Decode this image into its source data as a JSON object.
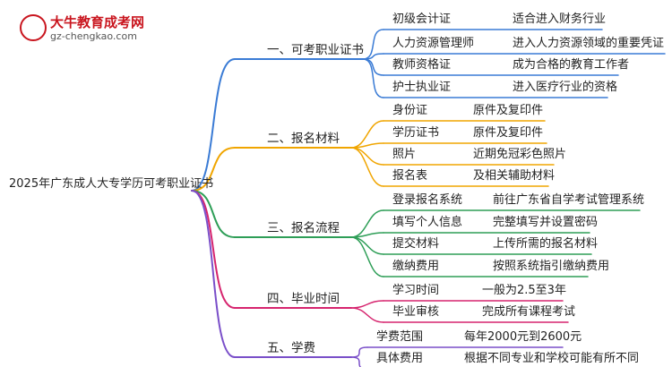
{
  "logo": {
    "title": "大牛教育成考网",
    "url": "gz-chengkao.com"
  },
  "root": "2025年广东成人大专学历可考职业证书",
  "branches": [
    {
      "label": "一、可考职业证书",
      "color": "#3a7bd5",
      "leaves": [
        {
          "name": "初级会计证",
          "detail": "适合进入财务行业"
        },
        {
          "name": "人力资源管理师",
          "detail": "进入人力资源领域的重要凭证"
        },
        {
          "name": "教师资格证",
          "detail": "成为合格的教育工作者"
        },
        {
          "name": "护士执业证",
          "detail": "进入医疗行业的资格"
        }
      ]
    },
    {
      "label": "二、报名材料",
      "color": "#f0a500",
      "leaves": [
        {
          "name": "身份证",
          "detail": "原件及复印件"
        },
        {
          "name": "学历证书",
          "detail": "原件及复印件"
        },
        {
          "name": "照片",
          "detail": "近期免冠彩色照片"
        },
        {
          "name": "报名表",
          "detail": "及相关辅助材料"
        }
      ]
    },
    {
      "label": "三、报名流程",
      "color": "#2e9e57",
      "leaves": [
        {
          "name": "登录报名系统",
          "detail": "前往广东省自学考试管理系统"
        },
        {
          "name": "填写个人信息",
          "detail": "完整填写并设置密码"
        },
        {
          "name": "提交材料",
          "detail": "上传所需的报名材料"
        },
        {
          "name": "缴纳费用",
          "detail": "按照系统指引缴纳费用"
        }
      ]
    },
    {
      "label": "四、毕业时间",
      "color": "#d6246e",
      "leaves": [
        {
          "name": "学习时间",
          "detail": "一般为2.5至3年"
        },
        {
          "name": "毕业审核",
          "detail": "完成所有课程考试"
        }
      ]
    },
    {
      "label": "五、学费",
      "color": "#7a4fc9",
      "leaves": [
        {
          "name": "学费范围",
          "detail": "每年2000元到2600元"
        },
        {
          "name": "具体费用",
          "detail": "根据不同专业和学校可能有所不同"
        }
      ]
    }
  ]
}
